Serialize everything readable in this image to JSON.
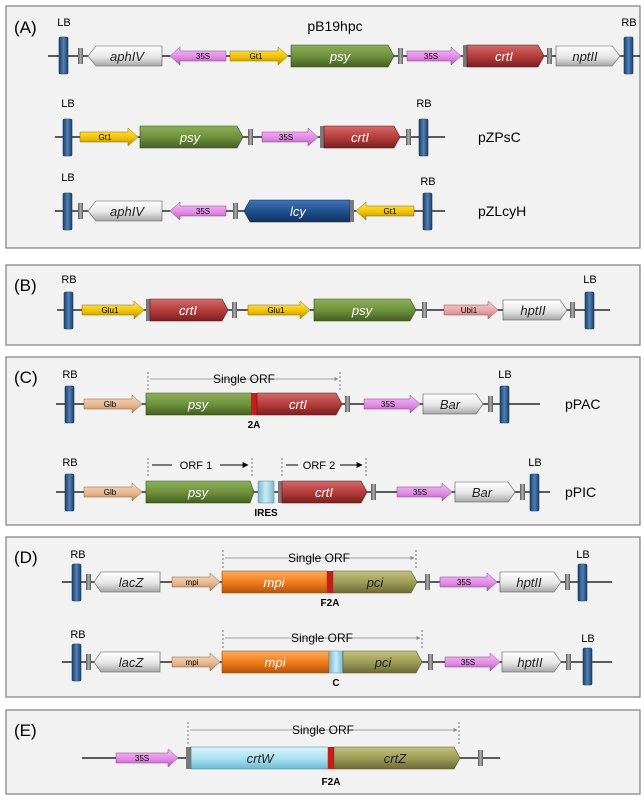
{
  "panels": {
    "a": {
      "label": "(A)",
      "constructs": [
        {
          "name": "pB19hpc",
          "ends": [
            "LB",
            "RB"
          ],
          "elements": [
            "aphIV",
            "35S",
            "Gt1",
            "psy",
            "35S",
            "crtI",
            "nptII"
          ]
        },
        {
          "name": "pZPsC",
          "ends": [
            "LB",
            "RB"
          ],
          "elements": [
            "Gt1",
            "psy",
            "35S",
            "crtI"
          ]
        },
        {
          "name": "pZLcyH",
          "ends": [
            "LB",
            "RB"
          ],
          "elements": [
            "aphIV",
            "35S",
            "lcy",
            "Gt1"
          ]
        }
      ]
    },
    "b": {
      "label": "(B)",
      "ends": [
        "RB",
        "LB"
      ],
      "elements": [
        "Glu1",
        "crtI",
        "Glu1",
        "psy",
        "Ubi1",
        "hptII"
      ]
    },
    "c": {
      "label": "(C)",
      "constructs": [
        {
          "name": "pPAC",
          "ends": [
            "RB",
            "LB"
          ],
          "orf": "Single ORF",
          "linker": "2A",
          "elements": [
            "Glb",
            "psy",
            "crtI",
            "35S",
            "Bar"
          ]
        },
        {
          "name": "pPIC",
          "ends": [
            "RB",
            "LB"
          ],
          "orf1": "ORF 1",
          "orf2": "ORF 2",
          "linker": "IRES",
          "elements": [
            "Glb",
            "psy",
            "crtI",
            "35S",
            "Bar"
          ]
        }
      ]
    },
    "d": {
      "label": "(D)",
      "constructs": [
        {
          "ends": [
            "RB",
            "LB"
          ],
          "orf": "Single ORF",
          "linker": "F2A",
          "elements": [
            "lacZ",
            "mpi",
            "mpi",
            "pci",
            "35S",
            "hptII"
          ]
        },
        {
          "ends": [
            "RB",
            "LB"
          ],
          "orf": "Single ORF",
          "linker": "C",
          "elements": [
            "lacZ",
            "mpi",
            "mpi",
            "pci",
            "35S",
            "hptII"
          ]
        }
      ]
    },
    "e": {
      "label": "(E)",
      "orf": "Single ORF",
      "linker": "F2A",
      "elements": [
        "35S",
        "crtW",
        "crtZ"
      ]
    }
  },
  "colors": {
    "border": "#2e5c8a",
    "border_light": "#4f81bd",
    "terminator": "#808080",
    "white_gene": "#e6e6e6",
    "promoter_35S": "#e28de6",
    "promoter_gt1": "#f2c300",
    "promoter_glb": "#e8b894",
    "promoter_ubi1": "#e6a6a6",
    "psy": "#6b8e3a",
    "crtI": "#b23a3a",
    "lcy": "#1f4e8c",
    "mpi": "#f07a1a",
    "pci": "#9a9a55",
    "ires": "#a8d8e8",
    "crtW": "#a8e0f0",
    "linker_red": "#cc1a1a"
  }
}
